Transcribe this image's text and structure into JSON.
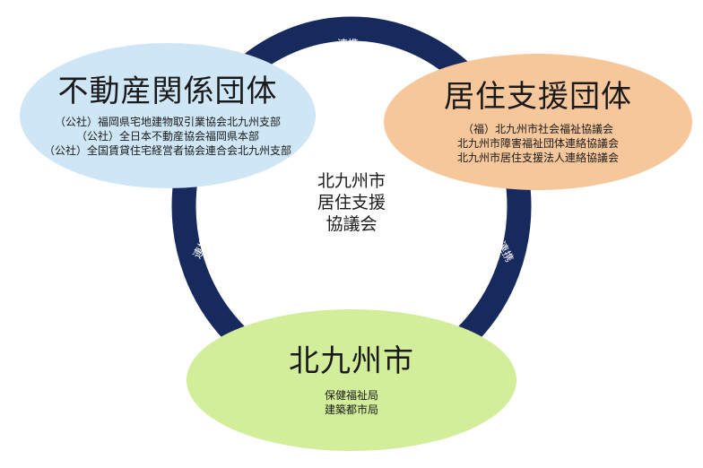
{
  "center": {
    "lines": [
      "北九州市",
      "居住支援",
      "協議会"
    ]
  },
  "groups": [
    {
      "title": "不動産関係団体",
      "members": [
        "（公社）福岡県宅地建物取引業協会北九州支部",
        "（公社）全日本不動産協会福岡県本部",
        "（公社）全国賃貸住宅経営者協会連合会北九州支部"
      ],
      "color": "#cfe6f6"
    },
    {
      "title": "居住支援団体",
      "members": [
        "（福）北九州市社会福祉協議会",
        "北九州市障害福祉団体連絡協議会",
        "北九州市居住支援法人連絡協議会"
      ],
      "color": "#f5c79b"
    },
    {
      "title": "北九州市",
      "members": [
        "保健福祉局",
        "建築都市局"
      ],
      "color": "#d3ee9a"
    }
  ],
  "links": [
    "連携",
    "連携",
    "連携"
  ],
  "ring_color": "#172a5e"
}
